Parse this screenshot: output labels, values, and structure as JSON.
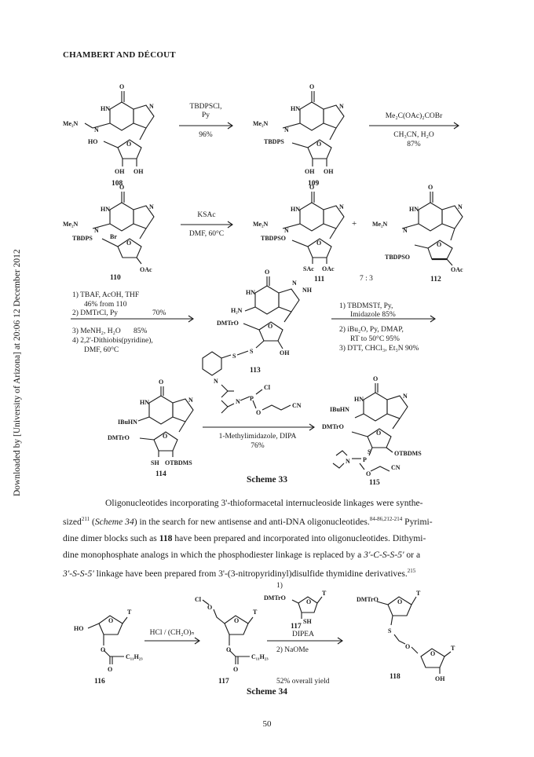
{
  "header": {
    "running_head": "CHAMBERT AND DÉCOUT"
  },
  "sidebar": {
    "download_note": "Downloaded by [University of Arizona] at 20:06 12 December 2012"
  },
  "compounds": {
    "c108": "108",
    "c109": "109",
    "c110": "110",
    "c111": "111",
    "c112": "112",
    "c113": "113",
    "c114": "114",
    "c115": "115",
    "c116": "116",
    "c117": "117",
    "c117b": "117",
    "c118": "118"
  },
  "reagents": {
    "r1_a": "TBDPSCl,",
    "r1_b": "Py",
    "r1_c": "96%",
    "r2_a": "Me₂C(OAc)₂COBr",
    "r2_b": "CH₃CN, H₂O",
    "r2_c": "87%",
    "r3_a": "KSAc",
    "r3_b": "DMF, 60°C",
    "ratio": "7 : 3",
    "r4_1": "1) TBAF, AcOH, THF",
    "r4_1b": "46% from 110",
    "r4_2": "2) DMTrCl, Py",
    "r4_2y": "70%",
    "r4_3": "3) MeNH₂, H₂O",
    "r4_3y": "85%",
    "r4_4": "4) 2,2'-Dithiobis(pyridine),",
    "r4_4b": "DMF, 60°C",
    "r5_1": "1) TBDMSTf, Py,",
    "r5_1b": "Imidazole 85%",
    "r5_2": "2) iBu₂O, Py, DMAP,",
    "r5_2b": "RT to 50°C 95%",
    "r5_3": "3) DTT, CHCl₃, Et₃N 90%",
    "r6_a": "1-Methylimidazole, DIPA",
    "r6_b": "76%",
    "r7": "HCl / (CH₂O)ₙ",
    "r8_1": "1)",
    "r8_2": "DIPEA",
    "r8_3": "2) NaOMe",
    "r8_y": "52% overall yield"
  },
  "schemes": {
    "s33": "Scheme 33",
    "s34": "Scheme 34"
  },
  "atoms": {
    "O": "O",
    "HN": "HN",
    "N": "N",
    "NH": "NH",
    "Me2N": "Me₂N",
    "HO": "HO",
    "OH": "OH",
    "TBDPS": "TBDPS",
    "TBDPSO": "TBDPSO",
    "Br": "Br",
    "OAc": "OAc",
    "SAc": "SAc",
    "plus": "+",
    "H2N": "H₂N",
    "DMTrO": "DMTrO",
    "S": "S",
    "IBuHN": "IBuHN",
    "SH": "SH",
    "OTBDMS": "OTBDMS",
    "Cl": "Cl",
    "P": "P",
    "CN": "CN",
    "T": "T",
    "C11H23": "C₁₁H₂₃",
    "Cl2": "Cl"
  },
  "paragraph": {
    "p1": "Oligonucleotides incorporating 3'-thioformacetal internucleoside linkages were synthe-",
    "p2a": "sized",
    "p2sup": "211",
    "p2b": " (",
    "p2c": "Scheme 34",
    "p2d": ") in the search for new antisense and anti-DNA oligonucleotides.",
    "p2sup2": "84-86,212-214",
    "p2e": " Pyrimi-",
    "p3a": "dine dimer blocks such as ",
    "p3b": "118",
    "p3c": " have been prepared and incorporated into oligonucleotides. Dithymi-",
    "p4a": "dine monophosphate analogs in which the phosphodiester linkage is replaced by a ",
    "p4b": "3'-C-S-S-5'",
    "p4c": " or a",
    "p5a": "3'-S-S-5'",
    "p5b": " linkage have been prepared from 3'-(3-nitropyridinyl)disulfide thymidine derivatives.",
    "p5sup": "215"
  },
  "page_number": "50"
}
